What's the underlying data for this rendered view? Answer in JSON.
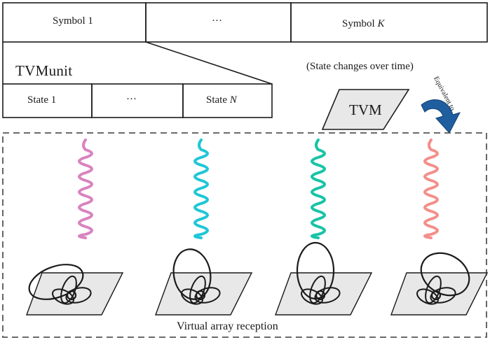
{
  "symbols": {
    "first": "Symbol 1",
    "ellipsis": "···",
    "last_prefix": "Symbol ",
    "last_var": "K"
  },
  "tvm_unit": {
    "label": "TVMunit",
    "state_first": "State 1",
    "ellipsis": "···",
    "state_last_prefix": "State ",
    "state_last_var": "N"
  },
  "note": "(State changes over time)",
  "tvm": {
    "label": "TVM",
    "arrow_label": "Equivalent to"
  },
  "array": {
    "label": "Virtual array reception",
    "wave_colors": [
      "#d983c0",
      "#1fc7d6",
      "#17c4a6",
      "#f38f8b"
    ]
  },
  "colors": {
    "stroke": "#1a1a1a",
    "panel_fill": "#e8e8e8",
    "arrow": "#1f5fa0"
  }
}
